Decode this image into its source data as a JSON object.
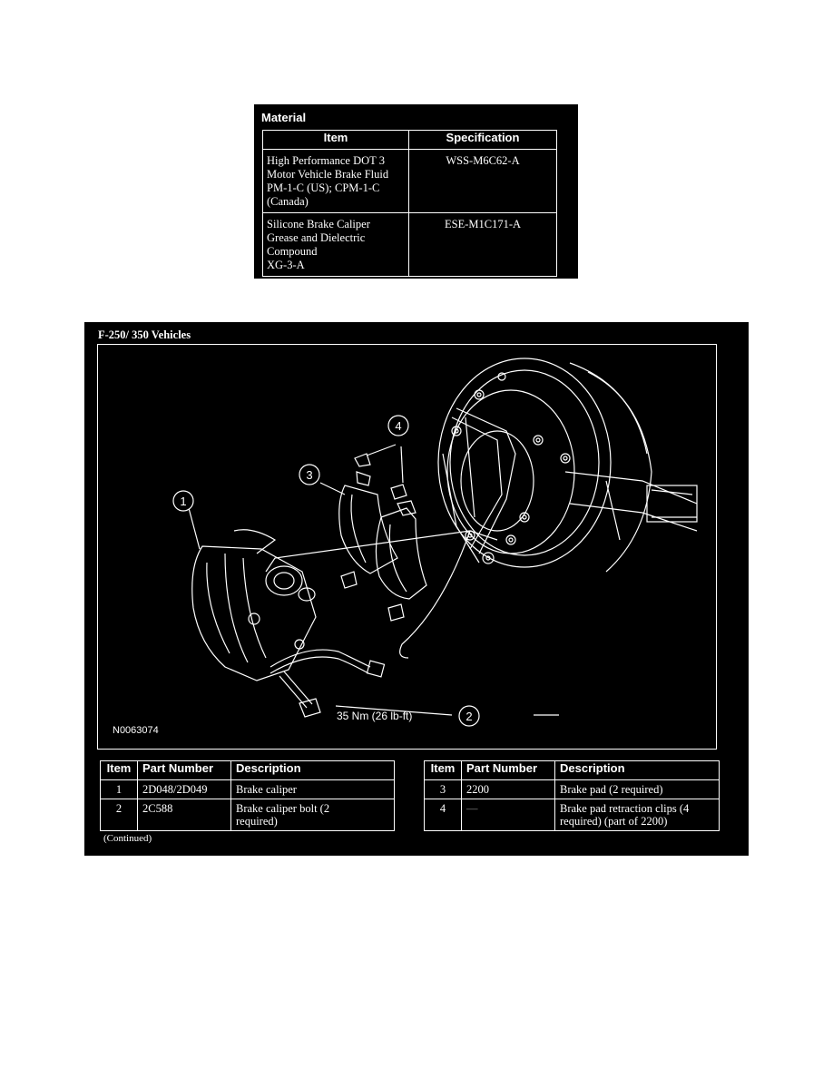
{
  "material": {
    "title": "Material",
    "headers": {
      "item": "Item",
      "spec": "Specification"
    },
    "rows": [
      {
        "item_lines": [
          "High Performance DOT 3",
          "Motor Vehicle Brake Fluid",
          "PM-1-C (US); CPM-1-C",
          "(Canada)"
        ],
        "spec": "WSS-M6C62-A"
      },
      {
        "item_lines": [
          "Silicone Brake Caliper",
          "Grease and Dielectric",
          "Compound",
          "XG-3-A"
        ],
        "spec": "ESE-M1C171-A"
      }
    ]
  },
  "figure": {
    "title": "F-250/ 350 Vehicles",
    "figure_code": "N0063074",
    "torque_label": "35 Nm (26 lb-ft)",
    "callouts": [
      "1",
      "2",
      "3",
      "4"
    ]
  },
  "parts": {
    "headers": {
      "item": "Item",
      "part_number": "Part Number",
      "description": "Description"
    },
    "left": [
      {
        "item": "1",
        "part_number": "2D048/2D049",
        "description": "Brake caliper"
      },
      {
        "item": "2",
        "part_number": "2C588",
        "description": "Brake caliper bolt (2 required)"
      }
    ],
    "right": [
      {
        "item": "3",
        "part_number": "2200",
        "description": "Brake pad (2 required)"
      },
      {
        "item": "4",
        "part_number": "—",
        "description": "Brake pad retraction clips (4 required) (part of 2200)"
      }
    ],
    "continued": "(Continued)"
  }
}
